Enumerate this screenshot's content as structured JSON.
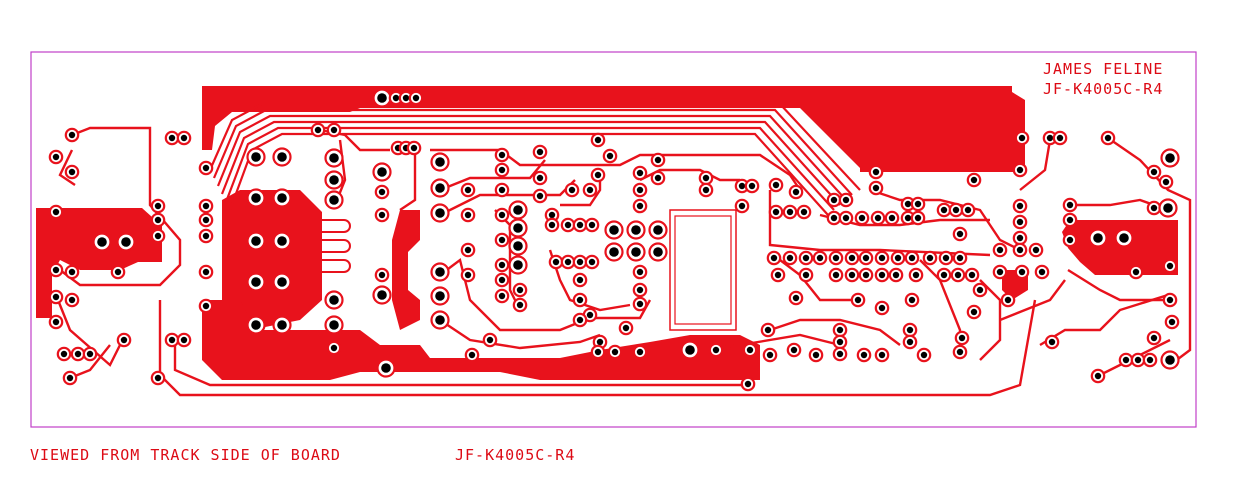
{
  "labels": {
    "designer": "JAMES FELINE",
    "board_code": "JF-K4005C-R4",
    "view_note": "VIEWED FROM TRACK SIDE OF BOARD",
    "footer_code": "JF-K4005C-R4"
  },
  "colors": {
    "copper": "#e8121c",
    "outline": "#c040c8",
    "hole": "#000000",
    "background": "#ffffff"
  }
}
